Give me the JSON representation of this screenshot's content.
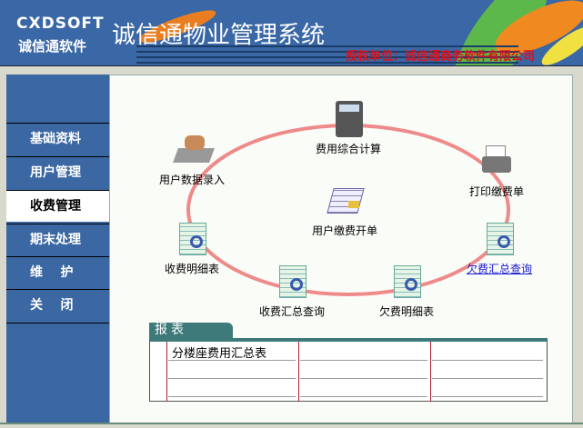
{
  "header": {
    "logo_en": "CXDSOFT",
    "logo_cn": "诚信通软件",
    "title": "诚信通物业管理系统",
    "licensee": "授权单位：诚信通商务软件有限公司"
  },
  "sidebar": {
    "items": [
      {
        "label": "基础资料"
      },
      {
        "label": "用户管理"
      },
      {
        "label": "收费管理",
        "active": true
      },
      {
        "label": "期末处理"
      },
      {
        "label": "维    护"
      },
      {
        "label": "关    闭"
      }
    ]
  },
  "flow": {
    "items": [
      {
        "label": "费用综合计算",
        "icon": "calculator-icon"
      },
      {
        "label": "用户数据录入",
        "icon": "keyboard-icon"
      },
      {
        "label": "打印缴费单",
        "icon": "printer-icon"
      },
      {
        "label": "用户缴费开单",
        "icon": "form-icon"
      },
      {
        "label": "收费明细表",
        "icon": "report-icon"
      },
      {
        "label": "欠费汇总查询",
        "icon": "report-icon"
      },
      {
        "label": "收费汇总查询",
        "icon": "report-icon"
      },
      {
        "label": "欠费明细表",
        "icon": "report-icon"
      }
    ],
    "ring_color": "#ee8a8a"
  },
  "report": {
    "tab": "报表",
    "rows": [
      [
        "分楼座费用汇总表",
        "",
        ""
      ],
      [
        "",
        "",
        ""
      ],
      [
        "",
        "",
        ""
      ]
    ]
  }
}
